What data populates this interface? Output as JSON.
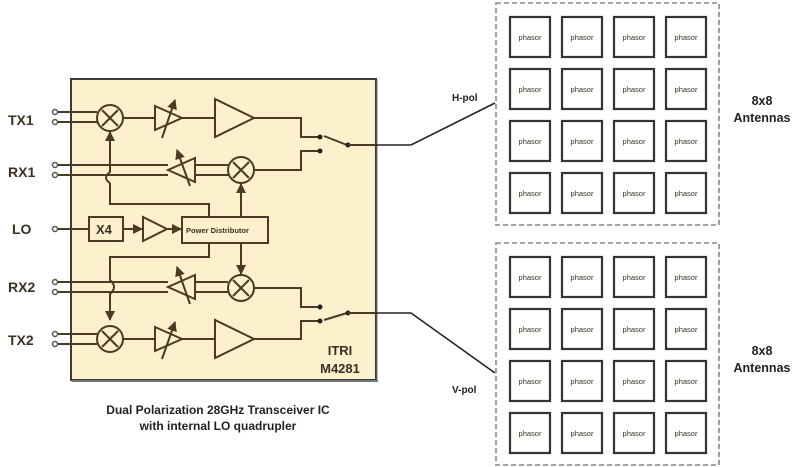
{
  "chip": {
    "vendor": "ITRI",
    "part": "M4281",
    "fill_color": "#fdf0cc",
    "stroke_color": "#4a3b22",
    "power_distributor_label": "Power Distributor",
    "multiplier_label": "X4"
  },
  "pins": [
    "TX1",
    "RX1",
    "LO",
    "RX2",
    "TX2"
  ],
  "caption": {
    "line1": "Dual Polarization 28GHz Transceiver IC",
    "line2": "with internal LO quadrupler"
  },
  "arrays": [
    {
      "polarization": "H-pol",
      "title_line1": "8x8",
      "title_line2": "Antennas",
      "cells": [
        "phasor",
        "phasor",
        "phasor",
        "phasor",
        "phasor",
        "phasor",
        "phasor",
        "phasor",
        "phasor",
        "phasor",
        "phasor",
        "phasor",
        "phasor",
        "phasor",
        "phasor",
        "phasor"
      ]
    },
    {
      "polarization": "V-pol",
      "title_line1": "8x8",
      "title_line2": "Antennas",
      "cells": [
        "phasor",
        "phasor",
        "phasor",
        "phasor",
        "phasor",
        "phasor",
        "phasor",
        "phasor",
        "phasor",
        "phasor",
        "phasor",
        "phasor",
        "phasor",
        "phasor",
        "phasor",
        "phasor"
      ]
    }
  ]
}
